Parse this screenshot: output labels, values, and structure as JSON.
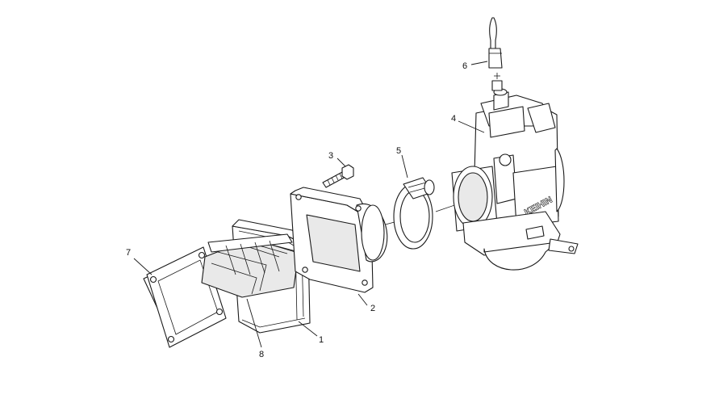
{
  "callouts": [
    {
      "id": "1",
      "label": "1"
    },
    {
      "id": "2",
      "label": "2"
    },
    {
      "id": "3",
      "label": "3"
    },
    {
      "id": "4",
      "label": "4"
    },
    {
      "id": "5",
      "label": "5"
    },
    {
      "id": "6",
      "label": "6"
    },
    {
      "id": "7",
      "label": "7"
    },
    {
      "id": "8",
      "label": "8"
    }
  ],
  "brand_mark": "KEIHIN",
  "colors": {
    "line": "#1a1a1a",
    "fill": "#ffffff",
    "shade": "#e9e9e9"
  }
}
